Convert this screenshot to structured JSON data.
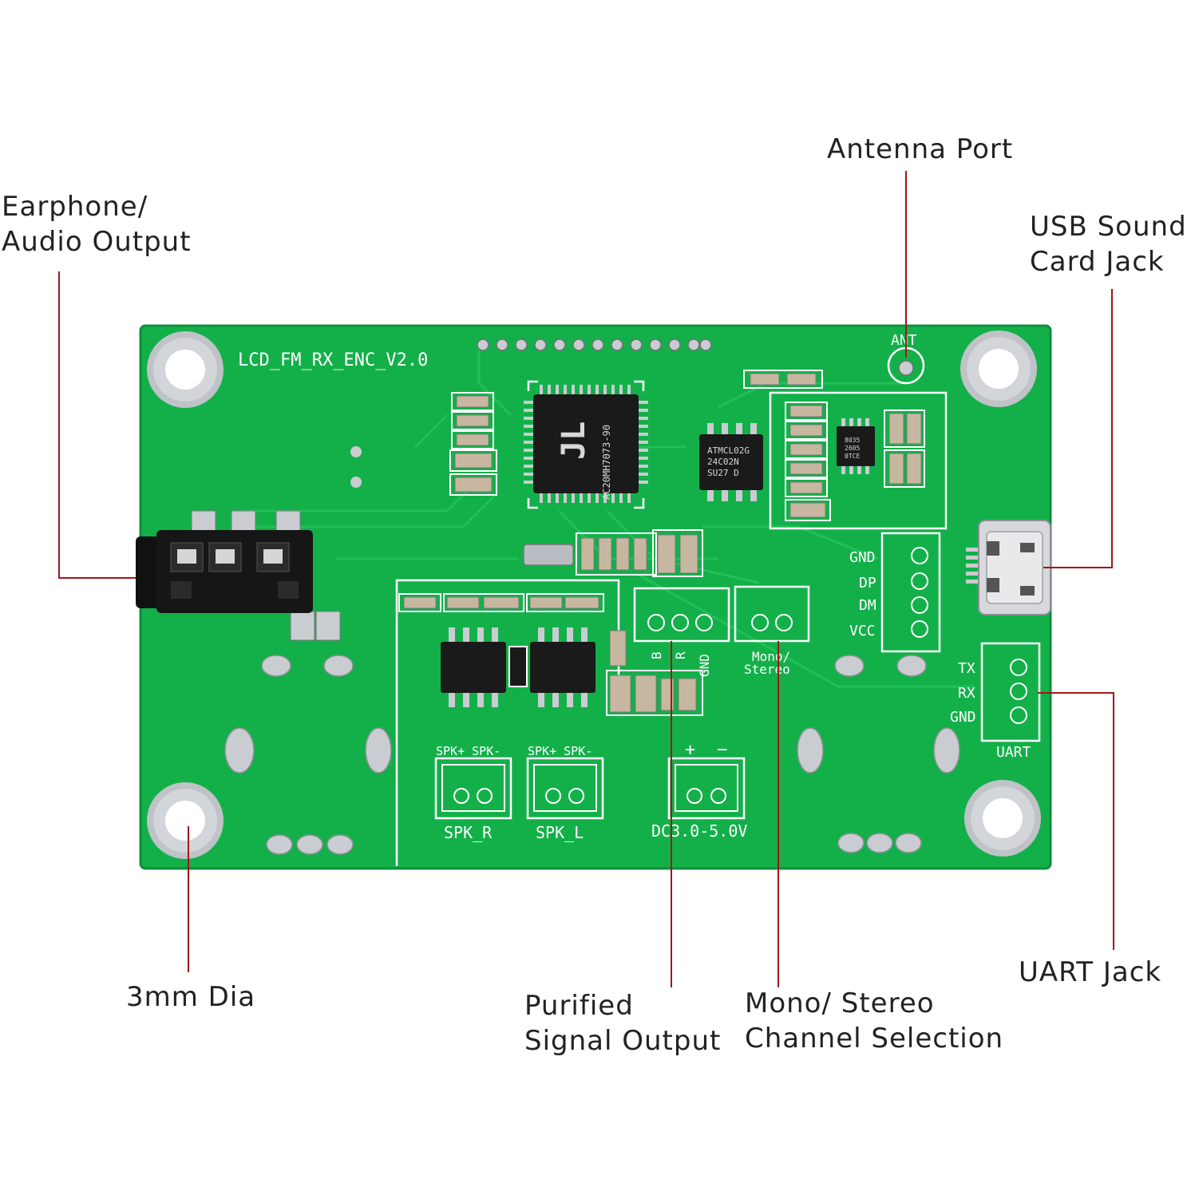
{
  "colors": {
    "pcb": "#13b04a",
    "pcb_dark": "#0e8f3b",
    "trace": "#22c25a",
    "silk": "#ffffff",
    "pad": "#c9ccd1",
    "chip": "#1a1a1a",
    "leader": "#a01818",
    "label_text": "#222222"
  },
  "callouts": {
    "earphone": {
      "lines": [
        "Earphone/",
        "Audio Output"
      ]
    },
    "antenna": {
      "lines": [
        "Antenna Port"
      ]
    },
    "usb": {
      "lines": [
        "USB Sound",
        "Card Jack"
      ]
    },
    "hole": {
      "lines": [
        "3mm Dia"
      ]
    },
    "purified": {
      "lines": [
        "Purified",
        "Signal Output"
      ]
    },
    "mono": {
      "lines": [
        "Mono/ Stereo",
        "Channel Selection"
      ]
    },
    "uart": {
      "lines": [
        "UART Jack"
      ]
    }
  },
  "board": {
    "title": "LCD_FM_RX_ENC_V2.0",
    "ant": "ANT",
    "usb_pins": [
      "GND",
      "DP",
      "DM",
      "VCC"
    ],
    "uart_pins": [
      "TX",
      "RX",
      "GND"
    ],
    "uart_label": "UART",
    "out_pins": [
      "B",
      "R",
      "GND"
    ],
    "mono_lines": [
      "Mono/",
      "Stereo"
    ],
    "spk_r_top": "SPK+ SPK-",
    "spk_l_top": "SPK+ SPK-",
    "spk_r": "SPK_R",
    "spk_l": "SPK_L",
    "dc_plus": "+",
    "dc_minus": "−",
    "dc": "DC3.0-5.0V",
    "mcu_logo": "JL",
    "mcu_text": "AC20MH7073-90",
    "eeprom_text": [
      "ATMCL02G",
      "24C02N",
      "SU27  D"
    ],
    "small_ic_text": [
      "8035",
      "2605",
      "0TCE"
    ]
  }
}
